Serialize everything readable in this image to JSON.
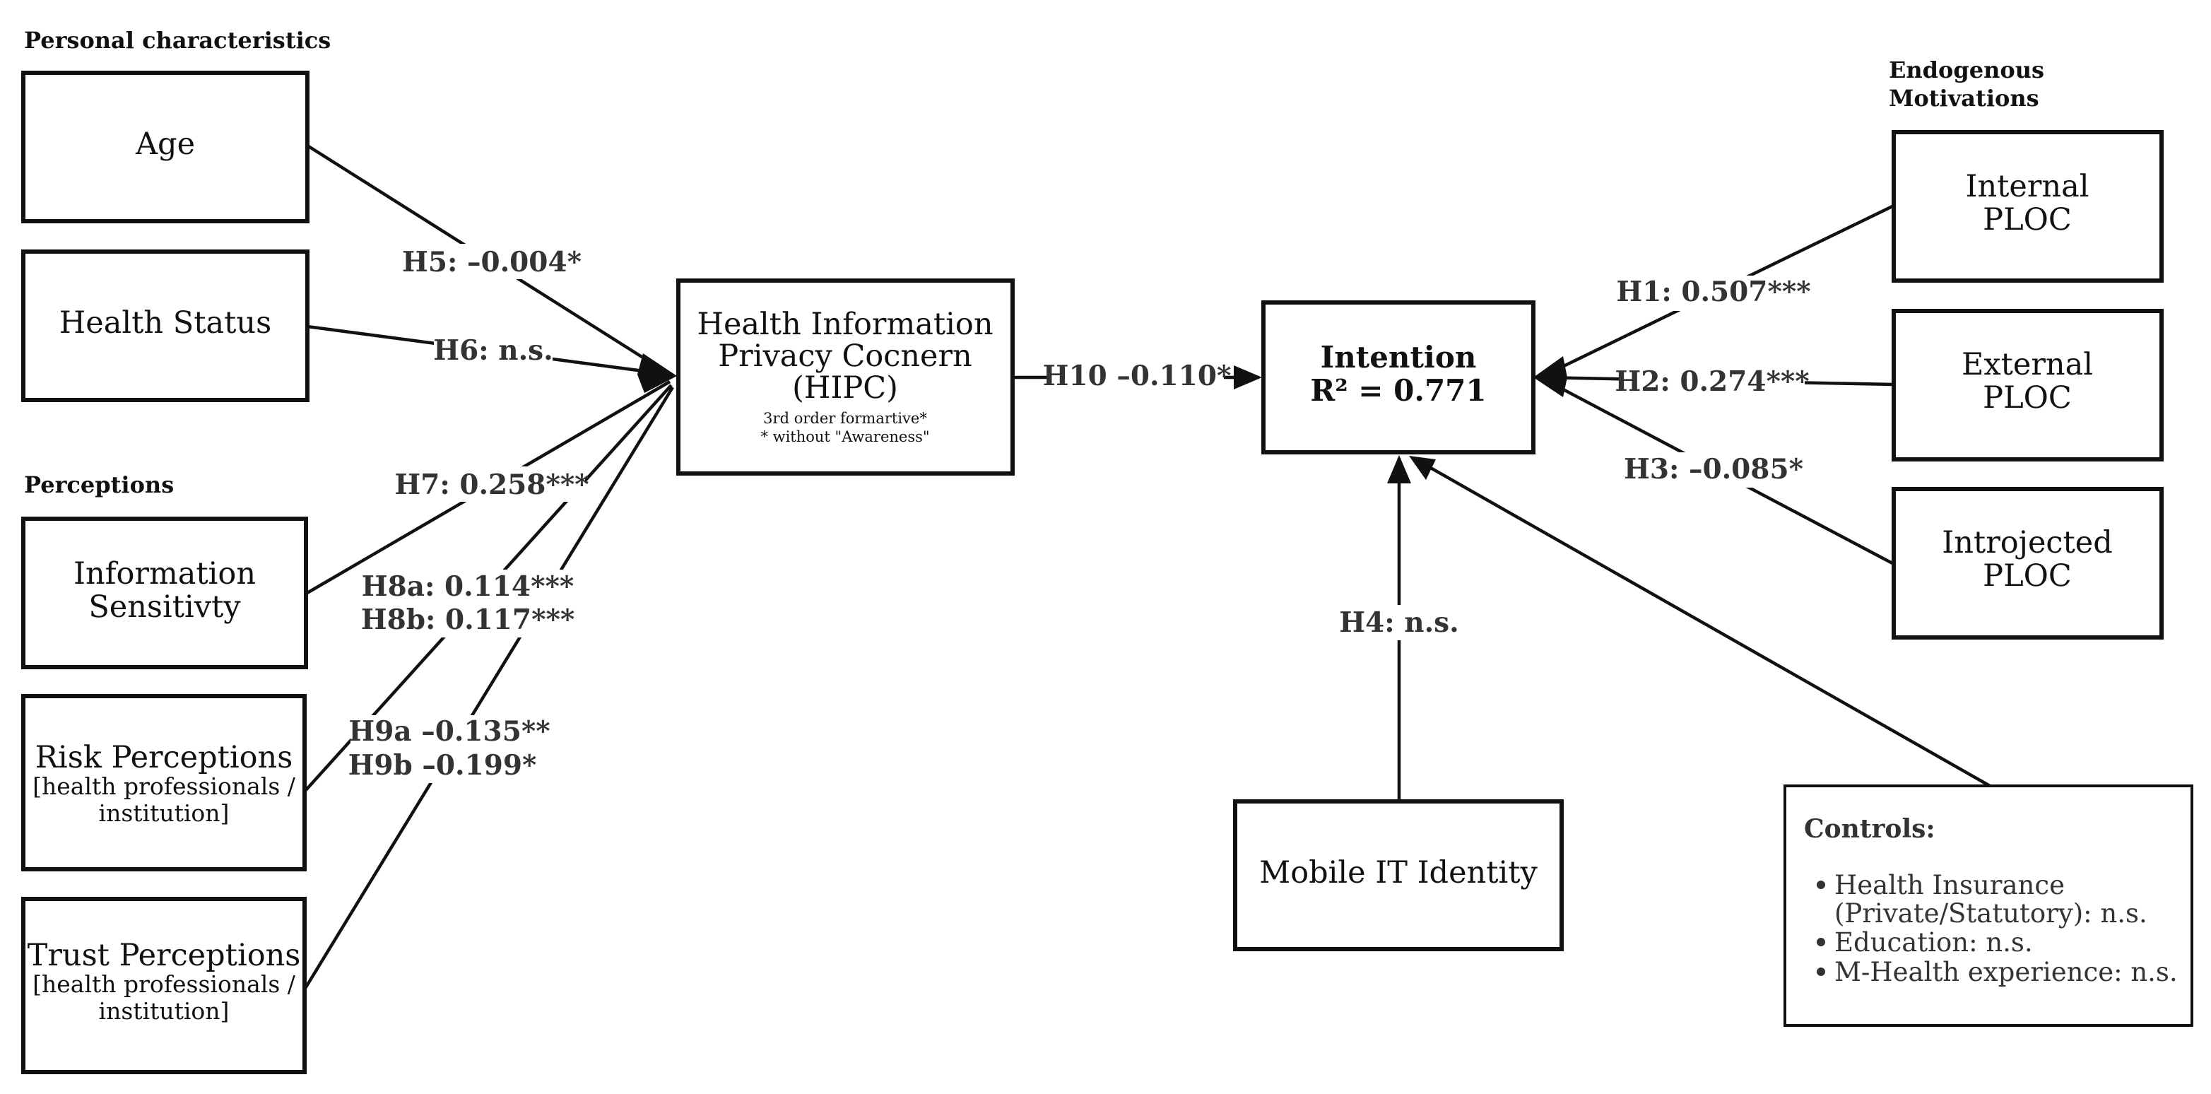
{
  "sections": {
    "personal": "Personal characteristics",
    "perceptions": "Perceptions",
    "endogenous_line1": "Endogenous",
    "endogenous_line2": "Motivations"
  },
  "boxes": {
    "age": [
      "Age"
    ],
    "health_status": [
      "Health Status"
    ],
    "info_sensitivity": [
      "Information",
      "Sensitivty"
    ],
    "risk": [
      "Risk Perceptions"
    ],
    "risk_sub": [
      "[health professionals /",
      "institution]"
    ],
    "trust": [
      "Trust Perceptions"
    ],
    "trust_sub": [
      "[health professionals /",
      "institution]"
    ],
    "hipc": [
      "Health Information",
      "Privacy Cocnern",
      "(HIPC)"
    ],
    "hipc_sub": [
      "3rd order formartive*",
      "* without \"Awareness\""
    ],
    "intention": [
      "Intention",
      "R² = 0.771"
    ],
    "internal": [
      "Internal",
      "PLOC"
    ],
    "external": [
      "External",
      "PLOC"
    ],
    "introjected": [
      "Introjected",
      "PLOC"
    ],
    "mobile": [
      "Mobile IT Identity"
    ]
  },
  "edges": {
    "h5": "H5: –0.004*",
    "h6": "H6: n.s.",
    "h7": "H7: 0.258***",
    "h8a": "H8a: 0.114***",
    "h8b": "H8b: 0.117***",
    "h9a": "H9a –0.135**",
    "h9b": "H9b –0.199*",
    "h10": "H10 –0.110*",
    "h1": "H1: 0.507***",
    "h2": "H2: 0.274***",
    "h3": "H3: –0.085*",
    "h4": "H4: n.s."
  },
  "controls": {
    "title": "Controls:",
    "items": [
      [
        "Health Insurance",
        "(Private/Statutory): n.s."
      ],
      [
        "Education: n.s."
      ],
      [
        "M-Health experience: n.s."
      ]
    ]
  }
}
